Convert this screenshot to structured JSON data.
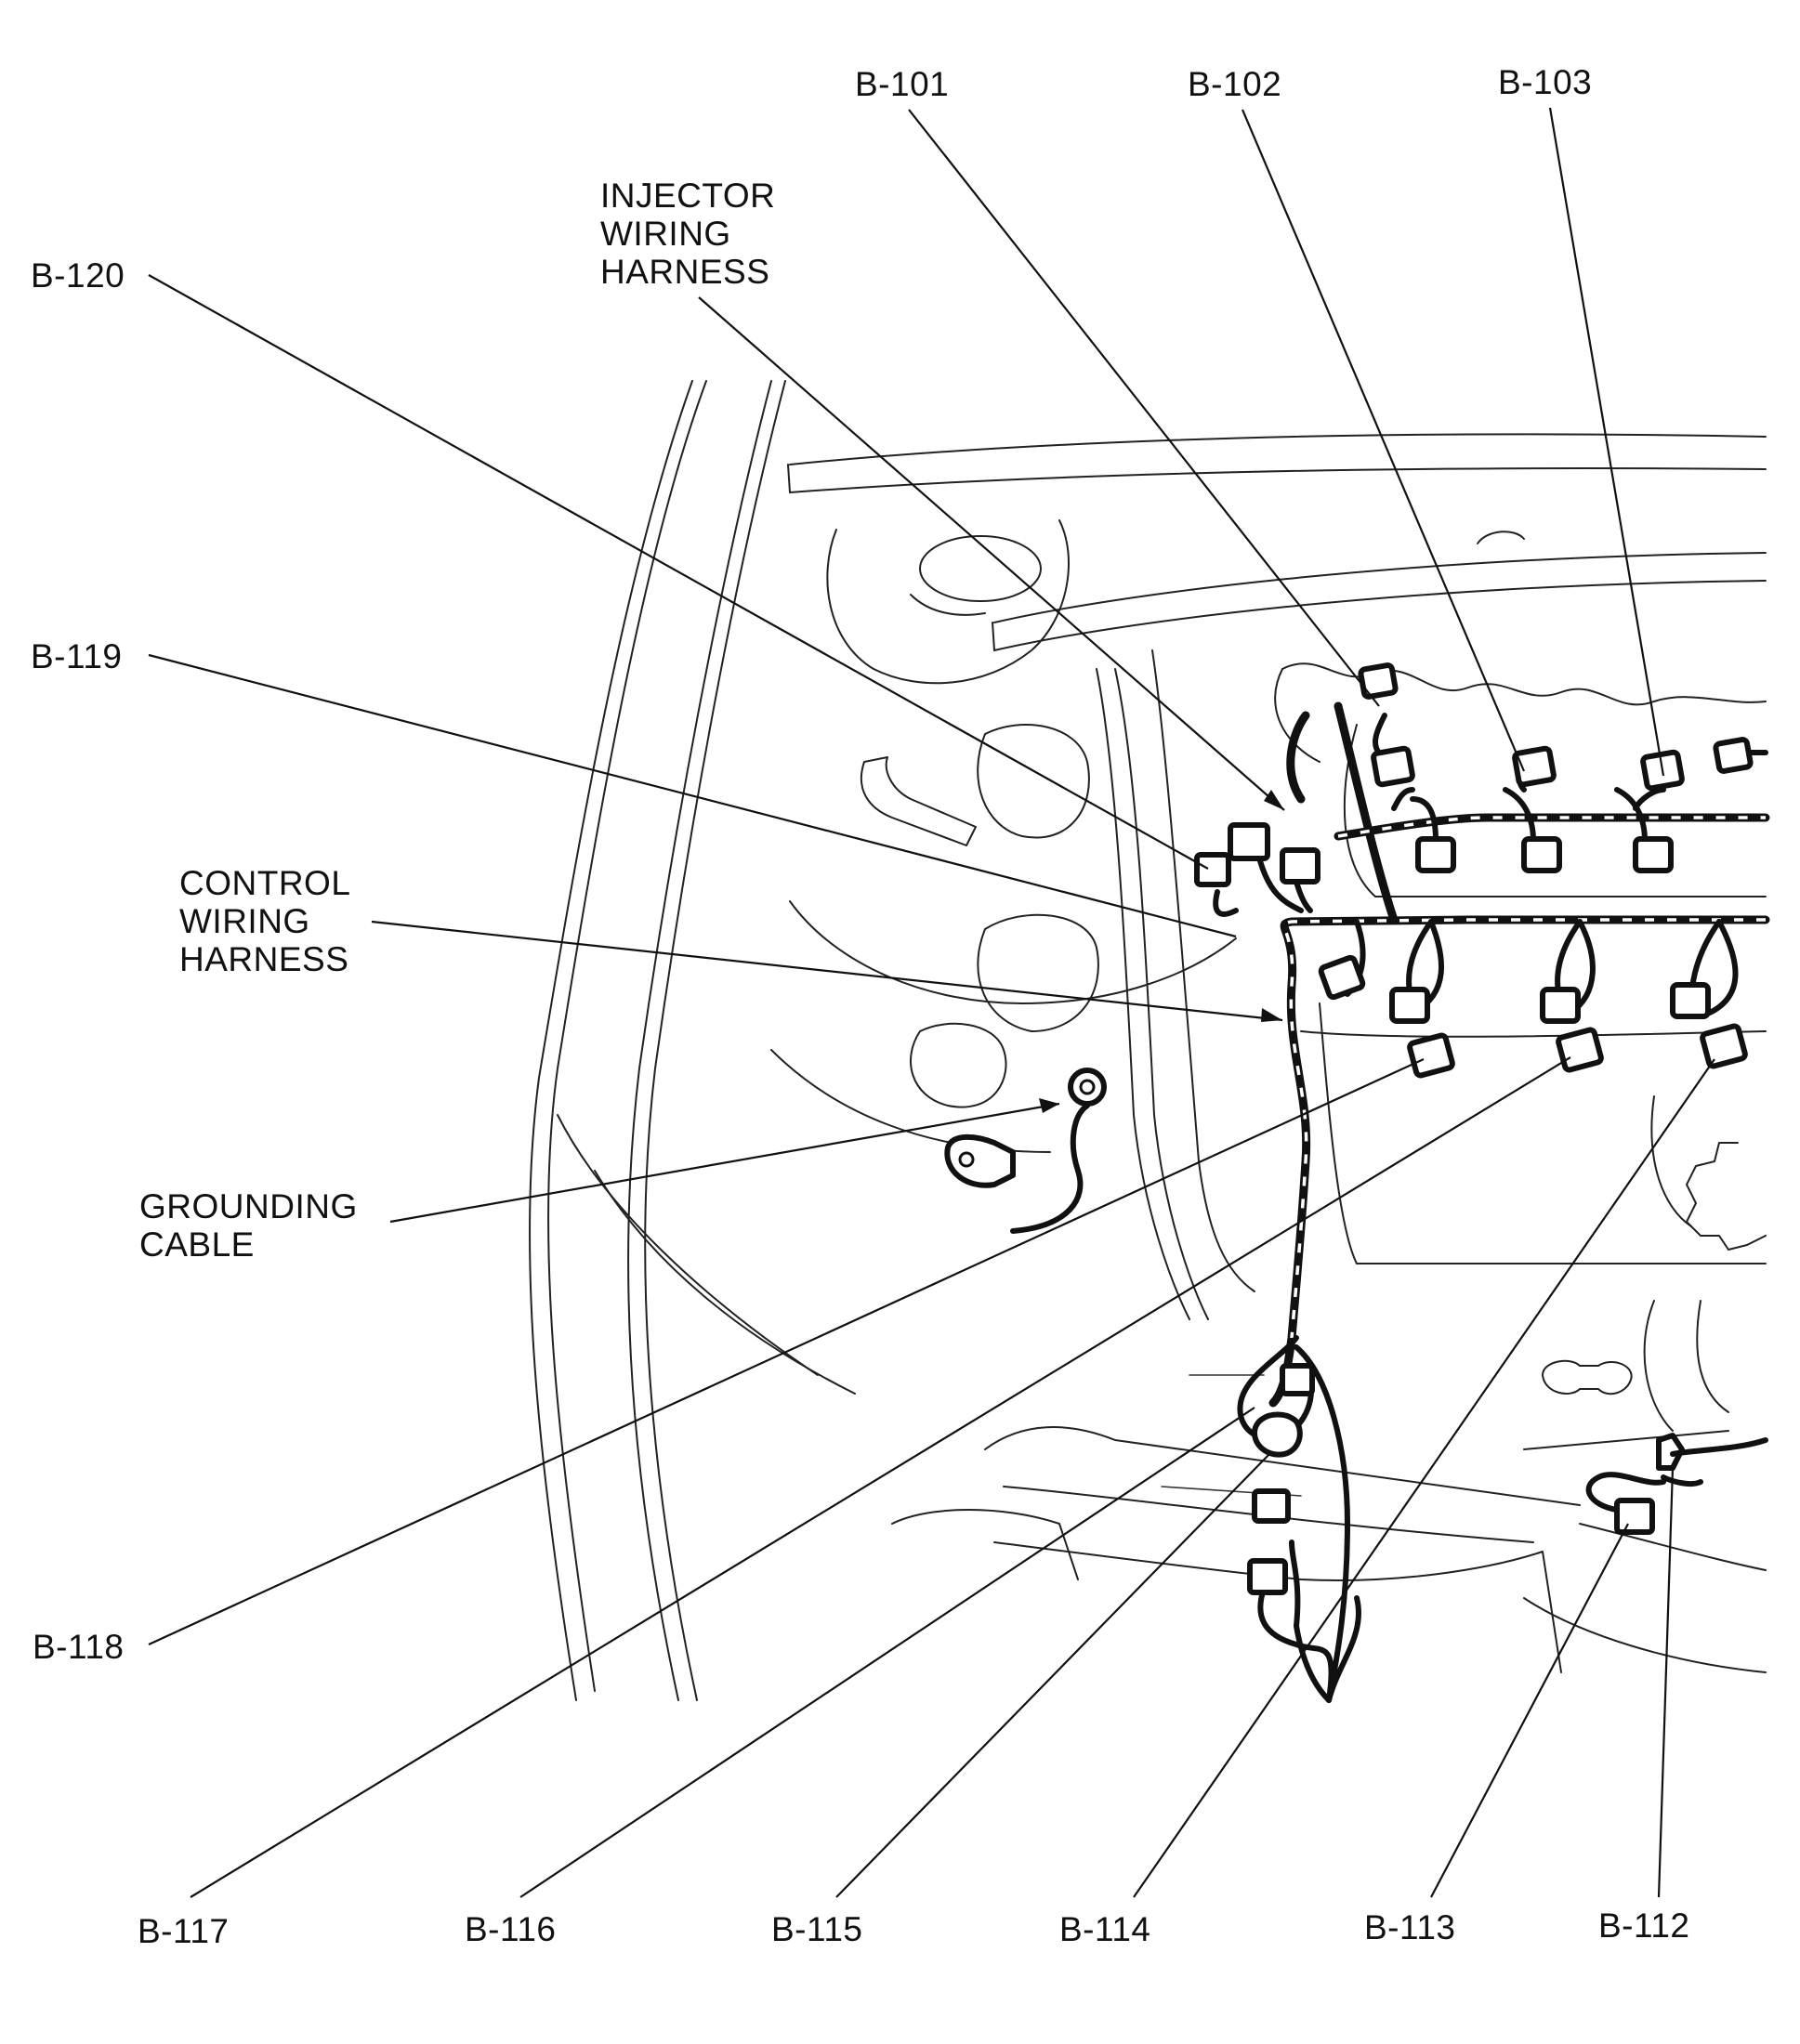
{
  "labels": {
    "b101": "B-101",
    "b102": "B-102",
    "b103": "B-103",
    "b120": "B-120",
    "b119": "B-119",
    "b118": "B-118",
    "b117": "B-117",
    "b116": "B-116",
    "b115": "B-115",
    "b114": "B-114",
    "b113": "B-113",
    "b112": "B-112",
    "injector": [
      "INJECTOR",
      "WIRING",
      "HARNESS"
    ],
    "control": [
      "CONTROL",
      "WIRING",
      "HARNESS"
    ],
    "grounding": [
      "GROUNDING",
      "CABLE"
    ]
  }
}
